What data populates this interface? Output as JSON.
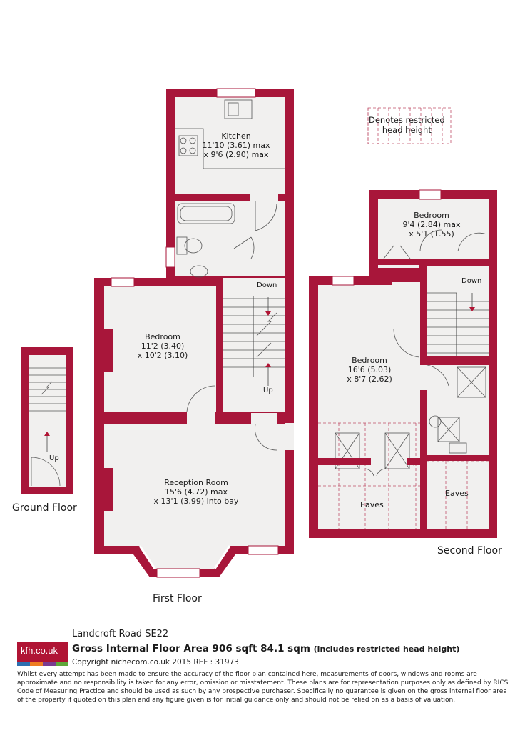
{
  "colors": {
    "wall": "#a8163a",
    "floor": "#f1f0ef",
    "accent_blue": "#2d6fb0",
    "accent_orange": "#ee7d22",
    "accent_purple": "#7a3b91",
    "accent_green": "#5fa83a"
  },
  "legend": {
    "line1": "Denotes restricted",
    "line2": "head height"
  },
  "floors": {
    "ground": {
      "name": "Ground Floor",
      "up_label": "Up"
    },
    "first": {
      "name": "First Floor",
      "kitchen": {
        "name": "Kitchen",
        "dim1": "11'10 (3.61) max",
        "dim2": "x 9'6 (2.90) max"
      },
      "bedroom": {
        "name": "Bedroom",
        "dim1": "11'2 (3.40)",
        "dim2": "x 10'2 (3.10)"
      },
      "reception": {
        "name": "Reception Room",
        "dim1": "15'6 (4.72) max",
        "dim2": "x 13'1 (3.99) into bay"
      },
      "down_label": "Down",
      "up_label": "Up"
    },
    "second": {
      "name": "Second Floor",
      "bedroom_small": {
        "name": "Bedroom",
        "dim1": "9'4 (2.84) max",
        "dim2": "x 5'1 (1.55)"
      },
      "bedroom_large": {
        "name": "Bedroom",
        "dim1": "16'6 (5.03)",
        "dim2": "x 8'7 (2.62)"
      },
      "down_label": "Down",
      "eaves_left": "Eaves",
      "eaves_right": "Eaves"
    }
  },
  "footer": {
    "logo_text": "kfh.co.uk",
    "address": "Landcroft Road SE22",
    "area": "Gross Internal Floor Area 906 sqft 84.1 sqm",
    "area_note": "(includes restricted head height)",
    "copyright": "Copyright nichecom.co.uk 2015 REF : 31973",
    "disclaimer": "Whilst every attempt has been made to ensure the accuracy of the floor plan contained here, measurements of doors, windows and rooms are approximate and no responsibility is taken for any error, omission or misstatement.  These plans are for representation purposes only as defined by RICS Code of Measuring Practice and should be used as such by any prospective purchaser.  Specifically no guarantee is given on the gross internal floor area of the property if quoted on this plan and any figure given is for initial guidance only and should not be relied on as a basis of valuation."
  }
}
